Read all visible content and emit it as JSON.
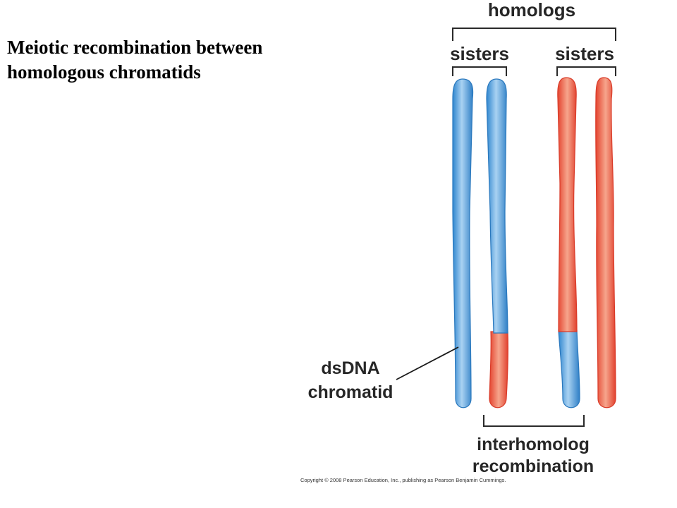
{
  "title": {
    "line1": "Meiotic recombination between",
    "line2": "homologous chromatids"
  },
  "diagram": {
    "homologs_label": "homologs",
    "sisters_left_label": "sisters",
    "sisters_right_label": "sisters",
    "dsdna_label_line1": "dsDNA",
    "dsdna_label_line2": "chromatid",
    "recombination_label_line1": "interhomolog",
    "recombination_label_line2": "recombination",
    "copyright": "Copyright © 2008 Pearson Education, Inc., publishing as Pearson Benjamin Cummings.",
    "colors": {
      "blue_chromatid": "#3a8fd4",
      "blue_highlight": "#a9d2f2",
      "red_chromatid": "#e8503e",
      "red_highlight": "#f6a58c",
      "bracket_line": "#2a2a2a"
    }
  }
}
